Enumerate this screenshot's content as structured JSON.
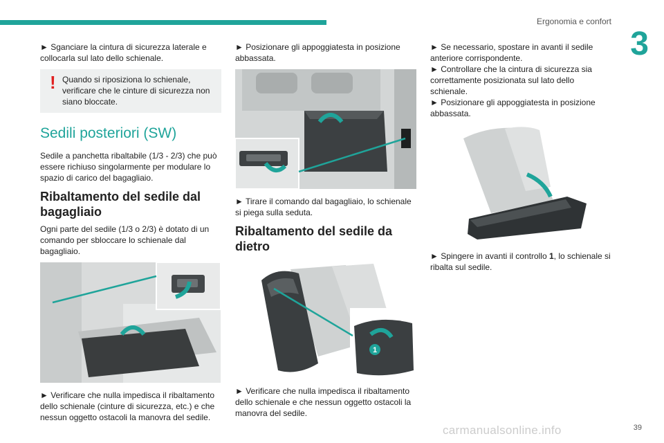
{
  "header": {
    "chapter_title": "Ergonomia e confort",
    "chapter_number": "3"
  },
  "footer": {
    "page_number": "39",
    "watermark": "carmanualsonline.info"
  },
  "col1": {
    "p1": "► Sganciare la cintura di sicurezza laterale e collocarla sul lato dello schienale.",
    "note": "Quando si riposiziona lo schienale, verificare che le cinture di sicurezza non siano bloccate.",
    "section_title": "Sedili posteriori (SW)",
    "p2": "Sedile a panchetta ribaltabile (1/3 - 2/3) che può essere richiuso singolarmente per modulare lo spazio di carico del bagagliaio.",
    "h_fold_trunk": "Ribaltamento del sedile dal bagagliaio",
    "p3": "Ogni parte del sedile (1/3 o 2/3) è dotato di un comando per sbloccare lo schienale dal bagagliaio.",
    "p4": "► Verificare che nulla impedisca il ribaltamento dello schienale (cinture di sicurezza, etc.) e che nessun oggetto ostacoli la manovra del sedile."
  },
  "col2": {
    "p1": "► Posizionare gli appoggiatesta in posizione abbassata.",
    "p2": "► Tirare il comando dal bagagliaio, lo schienale si piega sulla seduta.",
    "h_fold_rear": "Ribaltamento del sedile da dietro",
    "fig_label": "1",
    "p3": "► Verificare che nulla impedisca il ribaltamento dello schienale e che nessun oggetto ostacoli la manovra del sedile."
  },
  "col3": {
    "p1": "► Se necessario, spostare in avanti il sedile anteriore corrispondente.",
    "p2": "► Controllare che la cintura di sicurezza sia correttamente posizionata sul lato dello schienale.",
    "p3": "► Posizionare gli appoggiatesta in posizione abbassata.",
    "p4_pre": "► Spingere in avanti il controllo ",
    "p4_bold": "1",
    "p4_post": ", lo schienale si ribalta sul sedile."
  }
}
